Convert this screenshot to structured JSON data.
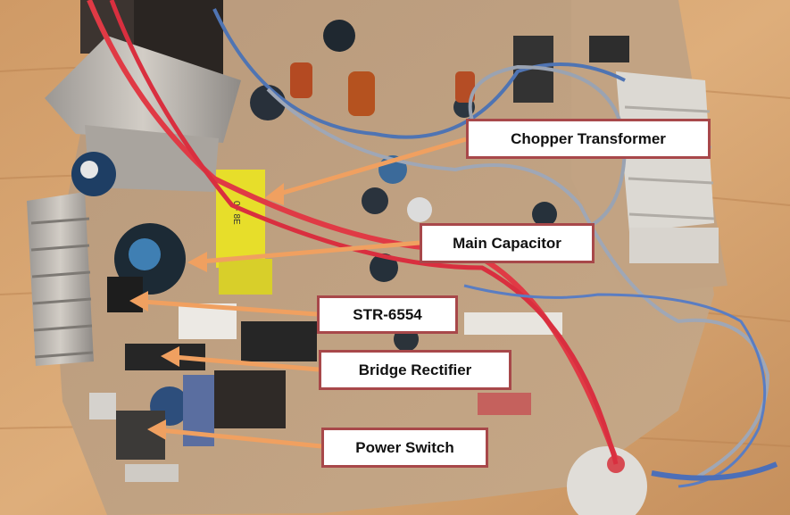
{
  "labels": {
    "chopper_transformer": "Chopper Transformer",
    "main_capacitor": "Main Capacitor",
    "str": "STR-6554",
    "bridge_rectifier": "Bridge Rectifier",
    "power_switch": "Power Switch"
  },
  "component_marking": "0F 8E",
  "colors": {
    "label_border": "#a8484a",
    "arrow": "#f0a060",
    "board": "#c9a27a",
    "table_wood": "#d9a877"
  }
}
